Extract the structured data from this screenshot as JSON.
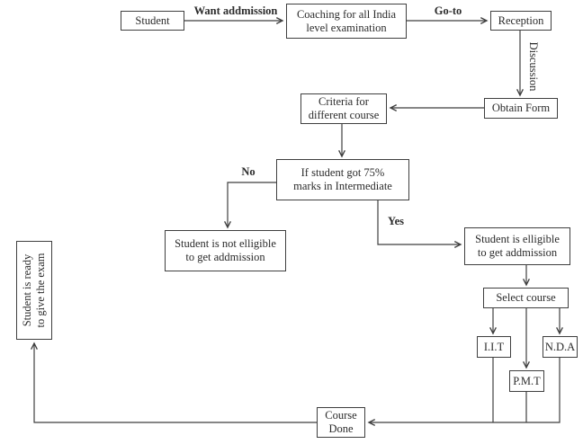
{
  "diagram": {
    "background": "#ffffff",
    "line_color": "#3f3f3f",
    "text_color": "#2b2b2b",
    "nodes": {
      "student": {
        "label": "Student"
      },
      "coaching": {
        "label": "Coaching for all India\nlevel examination"
      },
      "reception": {
        "label": "Reception"
      },
      "obtain_form": {
        "label": "Obtain Form"
      },
      "criteria": {
        "label": "Criteria for\ndifferent course"
      },
      "decision": {
        "label": "If student got 75%\nmarks in Intermediate"
      },
      "not_eligible": {
        "label": "Student is not elligible\nto get addmission"
      },
      "eligible": {
        "label": "Student is elligible\nto get addmission"
      },
      "select_course": {
        "label": "Select course"
      },
      "iit": {
        "label": "I.I.T"
      },
      "pmt": {
        "label": "P.M.T"
      },
      "nda": {
        "label": "N.D.A"
      },
      "course_done": {
        "label": "Course\nDone"
      },
      "ready": {
        "label": "Student is ready\nto give the exam"
      }
    },
    "edge_labels": {
      "want_admission": "Want addmission",
      "go_to": "Go-to",
      "discussion": "Discussion",
      "no": "No",
      "yes": "Yes"
    }
  }
}
